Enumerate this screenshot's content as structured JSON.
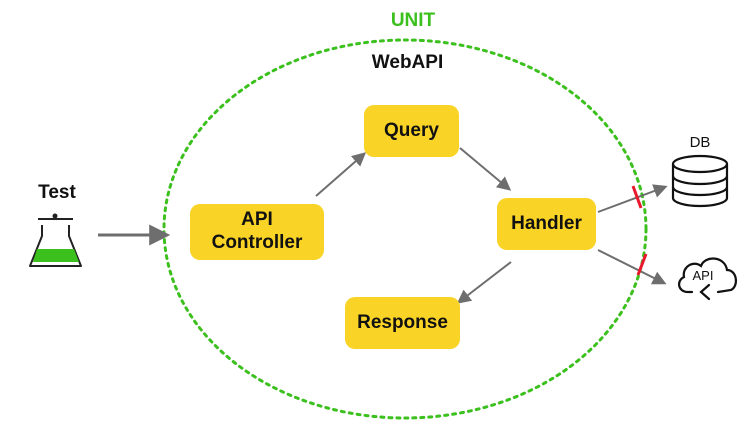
{
  "colors": {
    "boundary": "#3cc01e",
    "box": "#f9d326",
    "arrow": "#6e6e6e",
    "blocked": "#e8192c",
    "flask_liquid": "#3cc01e"
  },
  "boundary": {
    "label": "UNIT",
    "sublabel": "WebAPI"
  },
  "test": {
    "label": "Test",
    "icon": "flask-icon"
  },
  "nodes": {
    "api_controller": "API\nController",
    "query": "Query",
    "handler": "Handler",
    "response": "Response"
  },
  "externals": {
    "db": {
      "label": "DB",
      "icon": "database-icon"
    },
    "api": {
      "label": "API",
      "icon": "cloud-icon"
    }
  }
}
